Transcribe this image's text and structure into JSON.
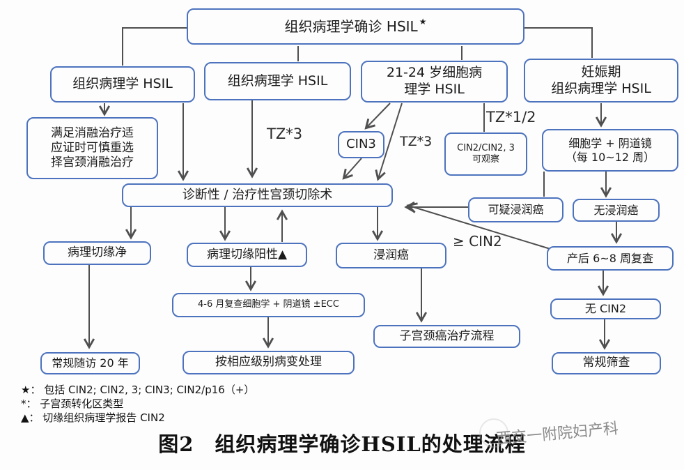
{
  "figure": {
    "title": "图2　组织病理学确诊HSIL的处理流程",
    "watermark": "西交一附院妇产科"
  },
  "colors": {
    "box_border": "#4d73be",
    "arrow": "#4f4f4f",
    "text": "#1b1b1b",
    "watermark": "#8b8b8b"
  },
  "nodes": {
    "root": {
      "label": "组织病理学确诊 HSIL",
      "mark": "★"
    },
    "histo_a": {
      "label": "组织病理学 HSIL"
    },
    "histo_b": {
      "label": "组织病理学 HSIL"
    },
    "cyto_21_24": {
      "label": "21-24 岁细胞病\n理学 HSIL"
    },
    "pregnancy": {
      "label": "妊娠期\n组织病理学 HSIL"
    },
    "ablation": {
      "label": "满足消融治疗适\n应证时可慎重选\n择宫颈消融治疗"
    },
    "cin3": {
      "label": "CIN3"
    },
    "cin2_observe": {
      "label": "CIN2/CIN2, 3\n可观察"
    },
    "cyto_colpo": {
      "label": "细胞学 + 阴道镜\n（每 10~12 周）"
    },
    "excision": {
      "label": "诊断性 / 治疗性宫颈切除术"
    },
    "suspect_invasive": {
      "label": "可疑浸润癌"
    },
    "no_invasive": {
      "label": "无浸润癌"
    },
    "margin_clear": {
      "label": "病理切缘净"
    },
    "margin_positive": {
      "label": "病理切缘阳性▲"
    },
    "invasive": {
      "label": "浸润癌"
    },
    "postpartum": {
      "label": "产后 6~8 周复查"
    },
    "recheck_4_6": {
      "label": "4-6 月复查细胞学 + 阴道镜 ±ECC"
    },
    "no_cin2": {
      "label": "无 CIN2"
    },
    "cancer_flow": {
      "label": "子宫颈癌治疗流程"
    },
    "followup_20y": {
      "label": "常规随访 20 年"
    },
    "by_grade": {
      "label": "按相应级别病变处理"
    },
    "routine_screen": {
      "label": "常规筛查"
    }
  },
  "edge_labels": {
    "tz3_a": "TZ*3",
    "tz3_b": "TZ*3",
    "tz_1_2": "TZ*1/2",
    "ge_cin2": "≥ CIN2"
  },
  "footnotes": [
    "★： 包括 CIN2; CIN2, 3; CIN3; CIN2/p16（+）",
    "*： 子宫颈转化区类型",
    "▲： 切缘组织病理学报告 CIN2"
  ]
}
